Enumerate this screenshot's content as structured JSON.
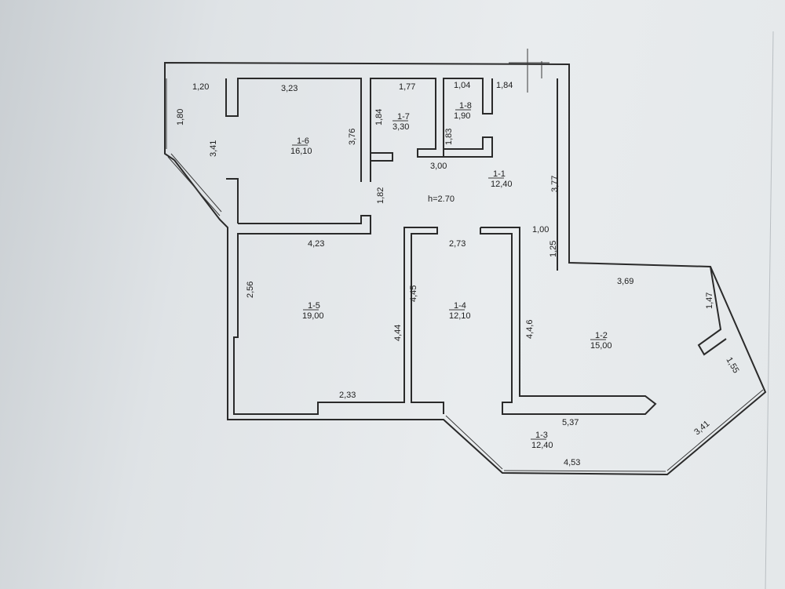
{
  "ceiling_height": "h=2.70",
  "rooms": [
    {
      "id": "1-1",
      "area": "12,40"
    },
    {
      "id": "1-2",
      "area": "15,00"
    },
    {
      "id": "1-3",
      "area": "12,40"
    },
    {
      "id": "1-4",
      "area": "12,10"
    },
    {
      "id": "1-5",
      "area": "19,00"
    },
    {
      "id": "1-6",
      "area": "16,10"
    },
    {
      "id": "1-7",
      "area": "3,30"
    },
    {
      "id": "1-8",
      "area": "1,90"
    }
  ],
  "dimensions": {
    "d_1_20": "1,20",
    "d_3_23": "3,23",
    "d_1_77": "1,77",
    "d_1_04": "1,04",
    "d_1_84_top": "1,84",
    "d_1_80": "1,80",
    "d_3_41_left": "3,41",
    "d_3_76": "3,76",
    "d_1_84_v": "1,84",
    "d_1_83": "1,83",
    "d_3_00": "3,00",
    "d_3_77": "3,77",
    "d_1_82": "1,82",
    "d_1_00": "1,00",
    "d_1_25": "1,25",
    "d_4_23": "4,23",
    "d_2_73": "2,73",
    "d_3_69": "3,69",
    "d_1_47": "1,47",
    "d_2_56": "2,56",
    "d_4_45": "4,45",
    "d_4_44": "4,44",
    "d_4_4_6": "4,4,6",
    "d_1_55": "1,55",
    "d_2_33": "2,33",
    "d_5_37": "5,37",
    "d_3_41_right": "3,41",
    "d_4_53": "4,53"
  }
}
